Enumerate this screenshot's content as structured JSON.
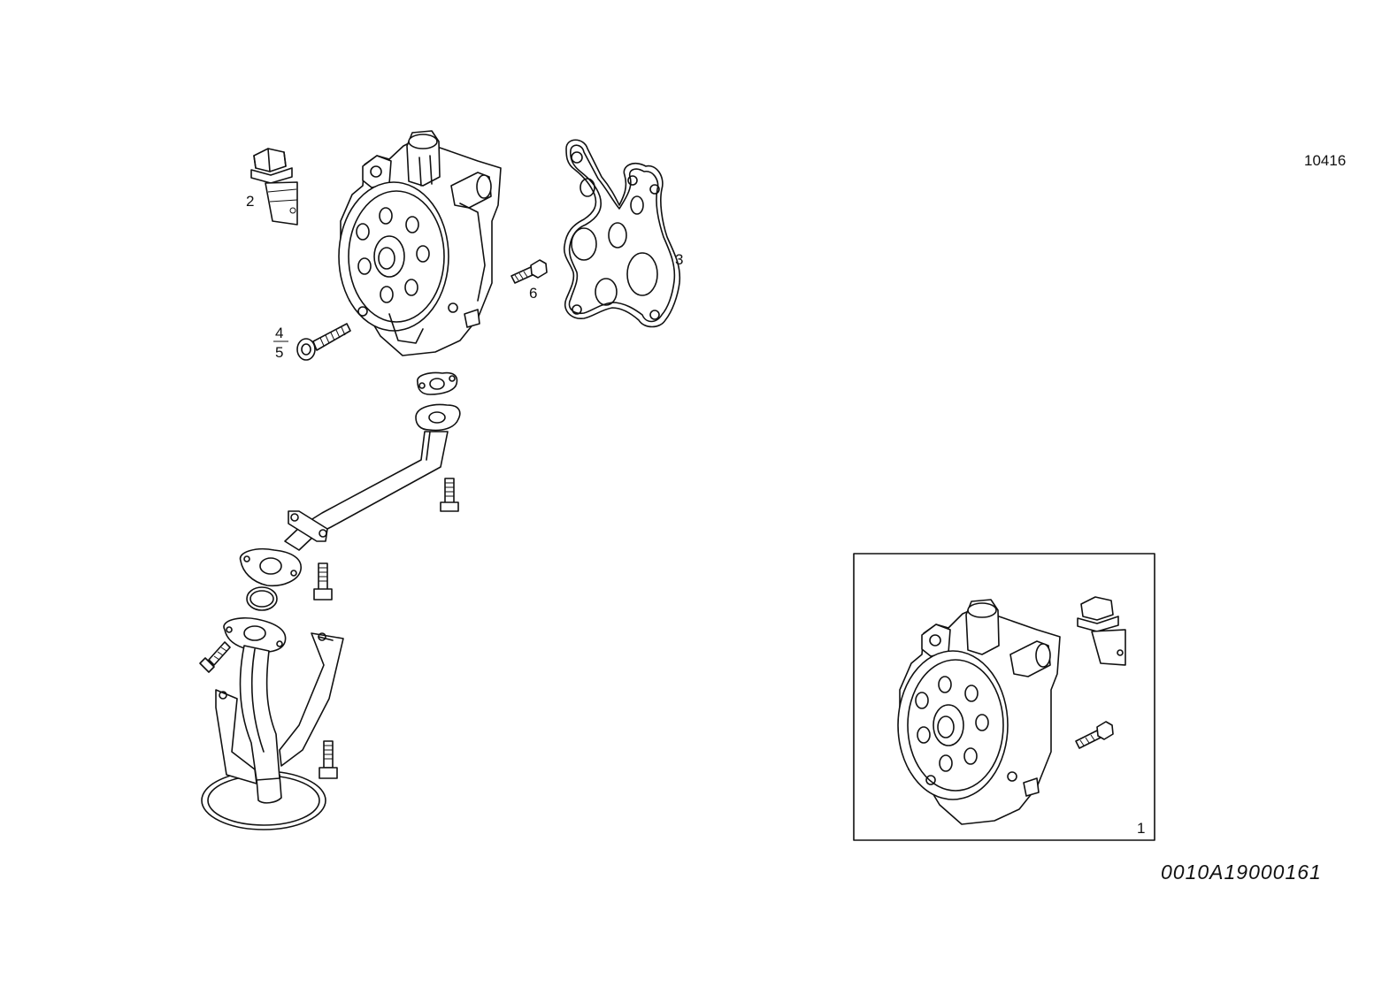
{
  "diagram": {
    "figure_ref": "10416",
    "document_number": "0010A19000161",
    "callouts": {
      "pump_assembly": "1",
      "plug": "2",
      "gasket": "3",
      "bolt_upper": "4",
      "bolt_lower": "5",
      "bolt_small": "6"
    },
    "inset": {
      "label": "1"
    }
  }
}
